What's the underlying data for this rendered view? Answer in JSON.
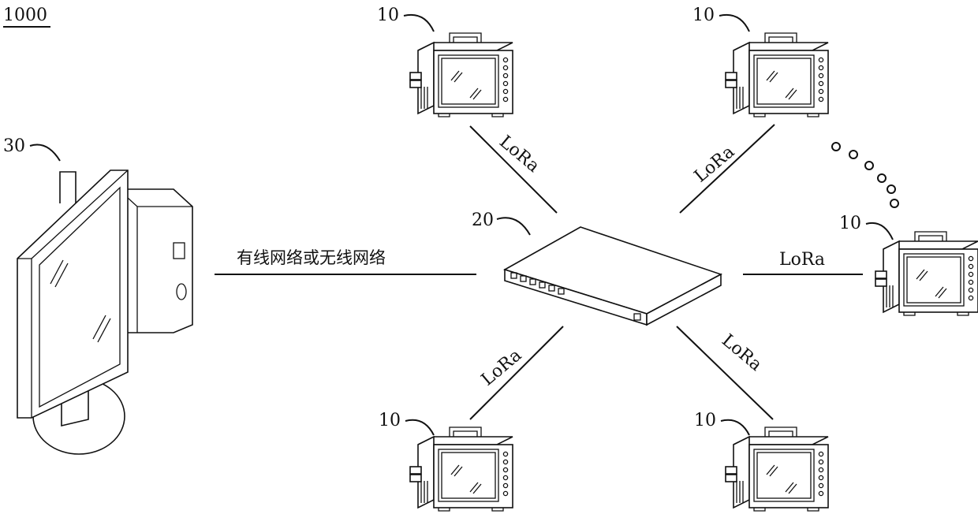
{
  "figure": {
    "system_ref": "1000",
    "terminal_ref": "30",
    "gateway_ref": "20",
    "node_ref": "10",
    "wired_wireless_label": "有线网络或无线网络",
    "link_label": "LoRa"
  }
}
